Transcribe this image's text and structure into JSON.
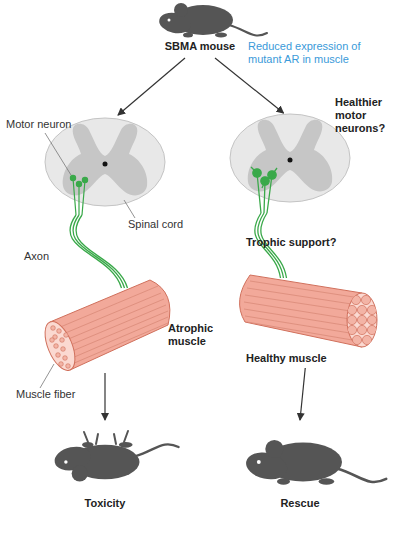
{
  "diagram": {
    "nodes": [
      {
        "text": [
          "SBMA mouse"
        ]
      },
      {
        "text": [
          "Spinal cord"
        ]
      },
      {
        "text": [
          "Healthier motor neurons?"
        ]
      },
      {
        "text": [
          "Atrophic muscle"
        ]
      },
      {
        "text": [
          "Healthy muscle"
        ]
      },
      {
        "text": [
          "Toxicity"
        ]
      },
      {
        "text": [
          "Rescue"
        ]
      }
    ],
    "edges": [
      {
        "from": 0,
        "to": 1,
        "arrow": "to"
      },
      {
        "from": 0,
        "to": 2,
        "arrow": "to",
        "label": "Reduced expression of mutant AR in muscle"
      },
      {
        "from": 1,
        "to": 3,
        "arrow": "none",
        "label": "Axon"
      },
      {
        "from": 2,
        "to": 4,
        "arrow": "none",
        "label": "Trophic support?"
      },
      {
        "from": 3,
        "to": 5,
        "arrow": "to"
      },
      {
        "from": 4,
        "to": 6,
        "arrow": "to"
      }
    ],
    "labels": [
      "Motor neuron",
      "Muscle fiber"
    ]
  }
}
